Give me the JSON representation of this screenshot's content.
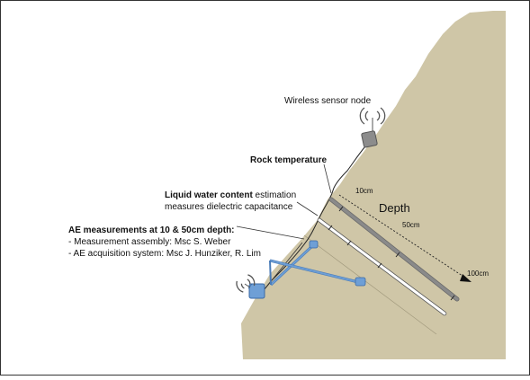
{
  "labels": {
    "wireless_sensor_node": "Wireless sensor node",
    "rock_temperature": "Rock temperature",
    "lwc_bold": "Liquid water content",
    "lwc_rest": " estimation",
    "lwc_line2": "measures dielectric capacitance",
    "ae_title": "AE measurements at 10 & 50cm depth:",
    "ae_line1": "- Measurement assembly: Msc S. Weber",
    "ae_line2": "- AE acquisition system: Msc J. Hunziker, R. Lim",
    "depth": "Depth",
    "depth_10": "10cm",
    "depth_50": "50cm",
    "depth_100": "100cm"
  },
  "colors": {
    "rock": "#cfc6a7",
    "sensor_node": "#8c8c8c",
    "ae_device": "#6e9fd6",
    "temperature_rod": "#8a8a8a",
    "lwc_rod": "#ffffff"
  },
  "icons": {
    "sensor_node": "wireless-signal-icon",
    "ae_device": "wireless-signal-icon"
  }
}
